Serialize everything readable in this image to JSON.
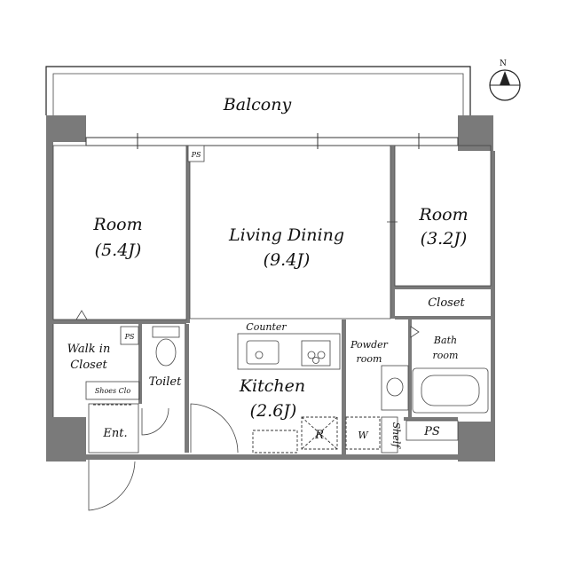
{
  "rooms": {
    "balcony": "Balcony",
    "room_left_name": "Room",
    "room_left_size": "(5.4J)",
    "living_name": "Living Dining",
    "living_size": "(9.4J)",
    "room_right_name": "Room",
    "room_right_size": "(3.2J)",
    "closet": "Closet",
    "walk_in_1": "Walk in",
    "walk_in_2": "Closet",
    "ps_walkin": "PS",
    "ps_top": "PS",
    "ps_bottom": "PS",
    "toilet": "Toilet",
    "shoes": "Shoes Clo",
    "entrance": "Ent.",
    "counter": "Counter",
    "kitchen_name": "Kitchen",
    "kitchen_size": "(2.6J)",
    "fridge": "R",
    "powder_1": "Powder",
    "powder_2": "room",
    "washer": "W",
    "shelf": "Shelf",
    "bath_1": "Bath",
    "bath_2": "room"
  },
  "compass": {
    "north": "N"
  },
  "colors": {
    "wall": "#7a7a7a",
    "line": "#222222"
  }
}
